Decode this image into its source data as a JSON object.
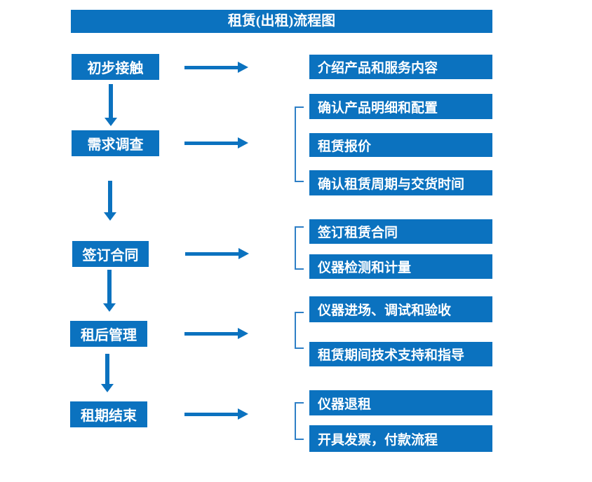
{
  "title": "租赁(出租)流程图",
  "colors": {
    "primary": "#0b72bf",
    "bracket": "#2e7fc6",
    "box_text": "#ffffff",
    "background": "#ffffff"
  },
  "flow": {
    "stages": [
      {
        "label": "初步接触",
        "details": [
          "介绍产品和服务内容"
        ]
      },
      {
        "label": "需求调查",
        "details": [
          "确认产品明细和配置",
          "租赁报价",
          "确认租赁周期与交货时间"
        ]
      },
      {
        "label": "签订合同",
        "details": [
          "签订租赁合同",
          "仪器检测和计量"
        ]
      },
      {
        "label": "租后管理",
        "details": [
          "仪器进场、调试和验收",
          "租赁期间技术支持和指导"
        ]
      },
      {
        "label": "租期结束",
        "details": [
          "仪器退租",
          "开具发票，付款流程"
        ]
      }
    ]
  }
}
